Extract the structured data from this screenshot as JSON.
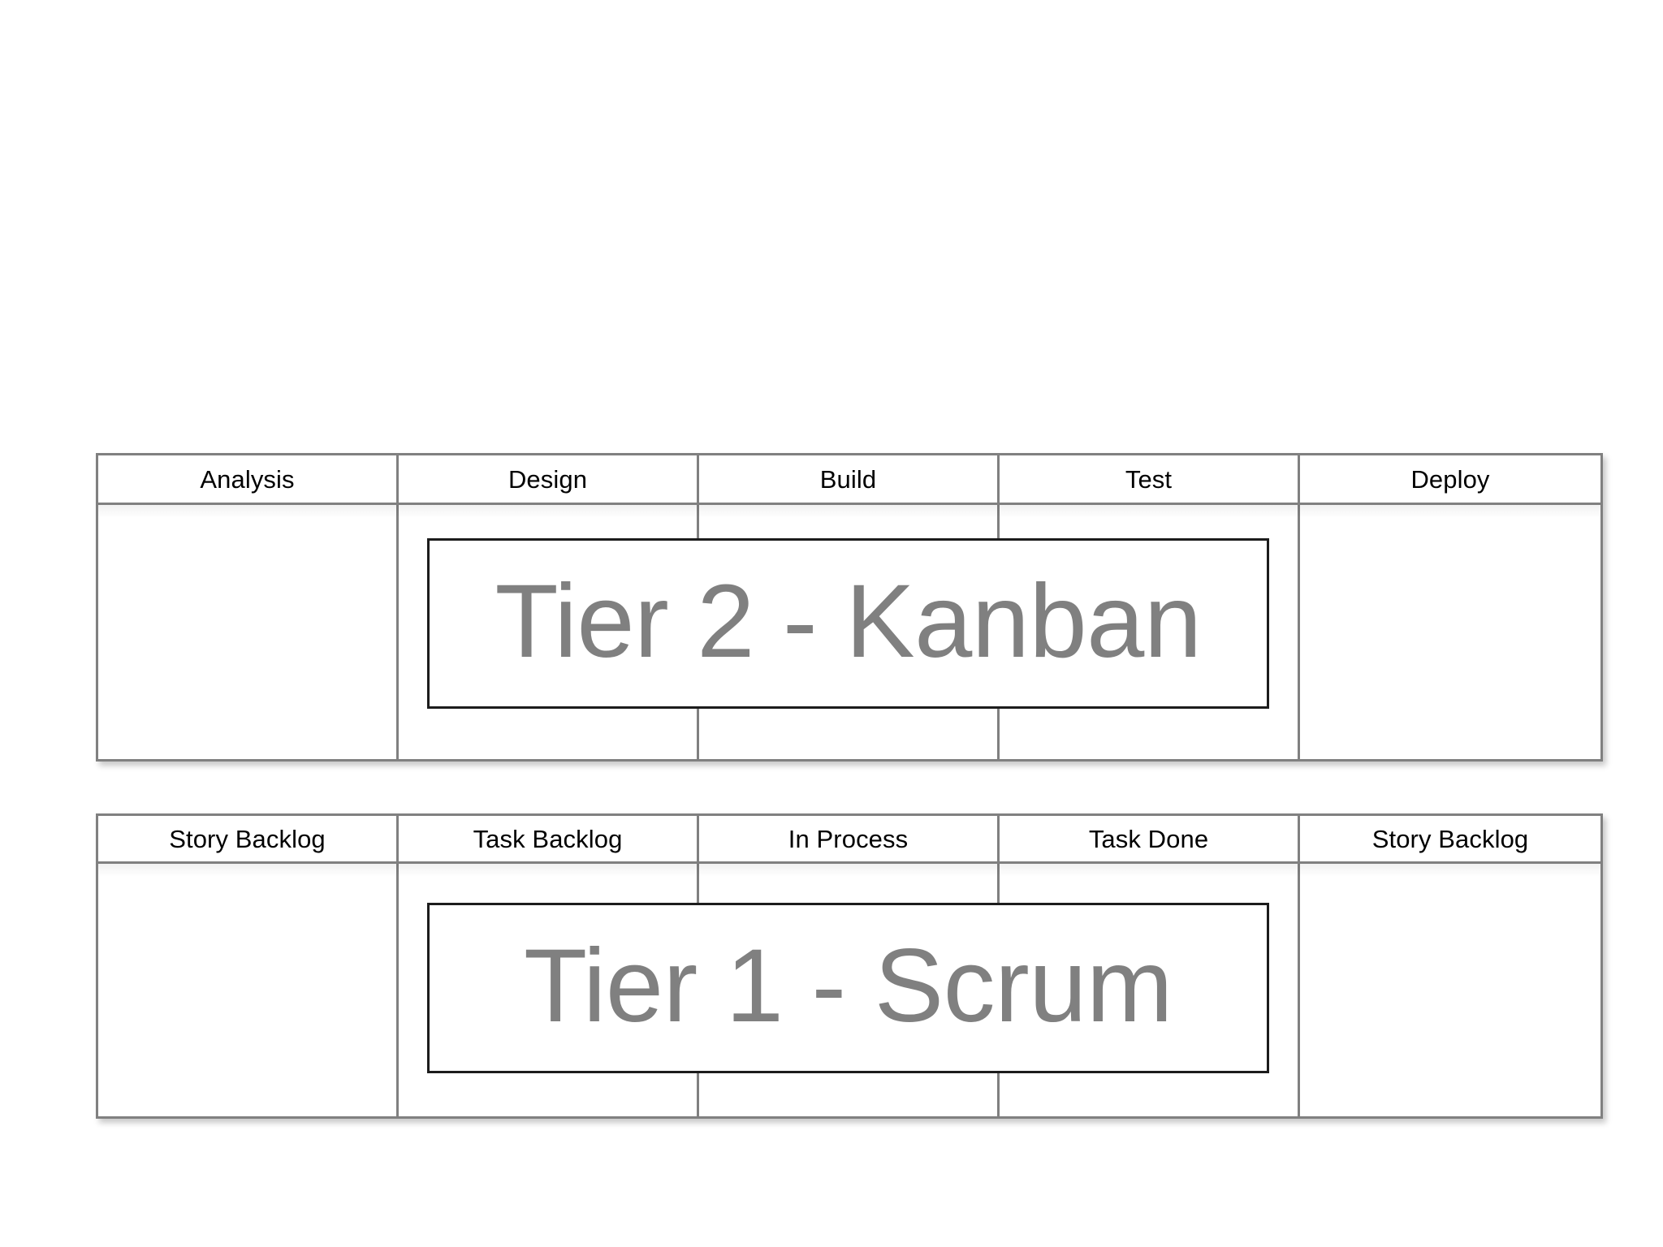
{
  "page": {
    "background_color": "#ffffff",
    "description": "Two-tier agile board diagram with a Kanban board above a Scrum board"
  },
  "style": {
    "board_border_color": "#808080",
    "plate_border_color": "#1c1c1c",
    "plate_text_color": "#808080",
    "header_text_color": "#000000"
  },
  "boards": [
    {
      "id": "tier-2-kanban",
      "title": "Tier 2 - Kanban",
      "columns": [
        {
          "label": "Analysis"
        },
        {
          "label": "Design"
        },
        {
          "label": "Build"
        },
        {
          "label": "Test"
        },
        {
          "label": "Deploy"
        }
      ]
    },
    {
      "id": "tier-1-scrum",
      "title": "Tier 1 - Scrum",
      "columns": [
        {
          "label": "Story Backlog"
        },
        {
          "label": "Task Backlog"
        },
        {
          "label": "In Process"
        },
        {
          "label": "Task Done"
        },
        {
          "label": "Story Backlog"
        }
      ]
    }
  ]
}
